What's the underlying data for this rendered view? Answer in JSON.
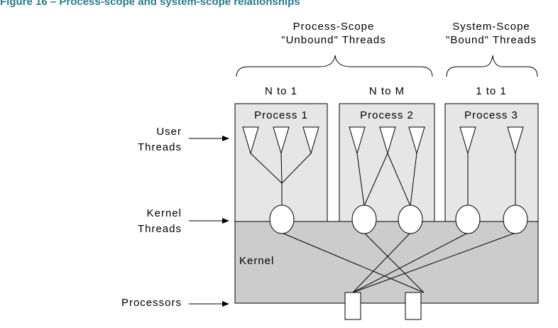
{
  "figure": {
    "caption": "Figure 16 – Process-scope and system-scope relationships"
  },
  "diagram": {
    "groups": {
      "process_scope": {
        "line1": "Process-Scope",
        "line2": "\"Unbound\" Threads"
      },
      "system_scope": {
        "line1": "System-Scope",
        "line2": "\"Bound\" Threads"
      }
    },
    "models": {
      "n_to_1": "N to 1",
      "n_to_m": "N to M",
      "one_to_one": "1 to 1"
    },
    "processes": {
      "p1": "Process 1",
      "p2": "Process 2",
      "p3": "Process 3"
    },
    "left_labels": {
      "user_threads": {
        "line1": "User",
        "line2": "Threads"
      },
      "kernel_threads": {
        "line1": "Kernel",
        "line2": "Threads"
      },
      "processors": "Processors"
    },
    "kernel_label": "Kernel"
  },
  "colors": {
    "caption": "#2e7a8a",
    "process_fill": "#e6e6e6",
    "kernel_fill": "#cccccc",
    "stroke": "#000000"
  }
}
